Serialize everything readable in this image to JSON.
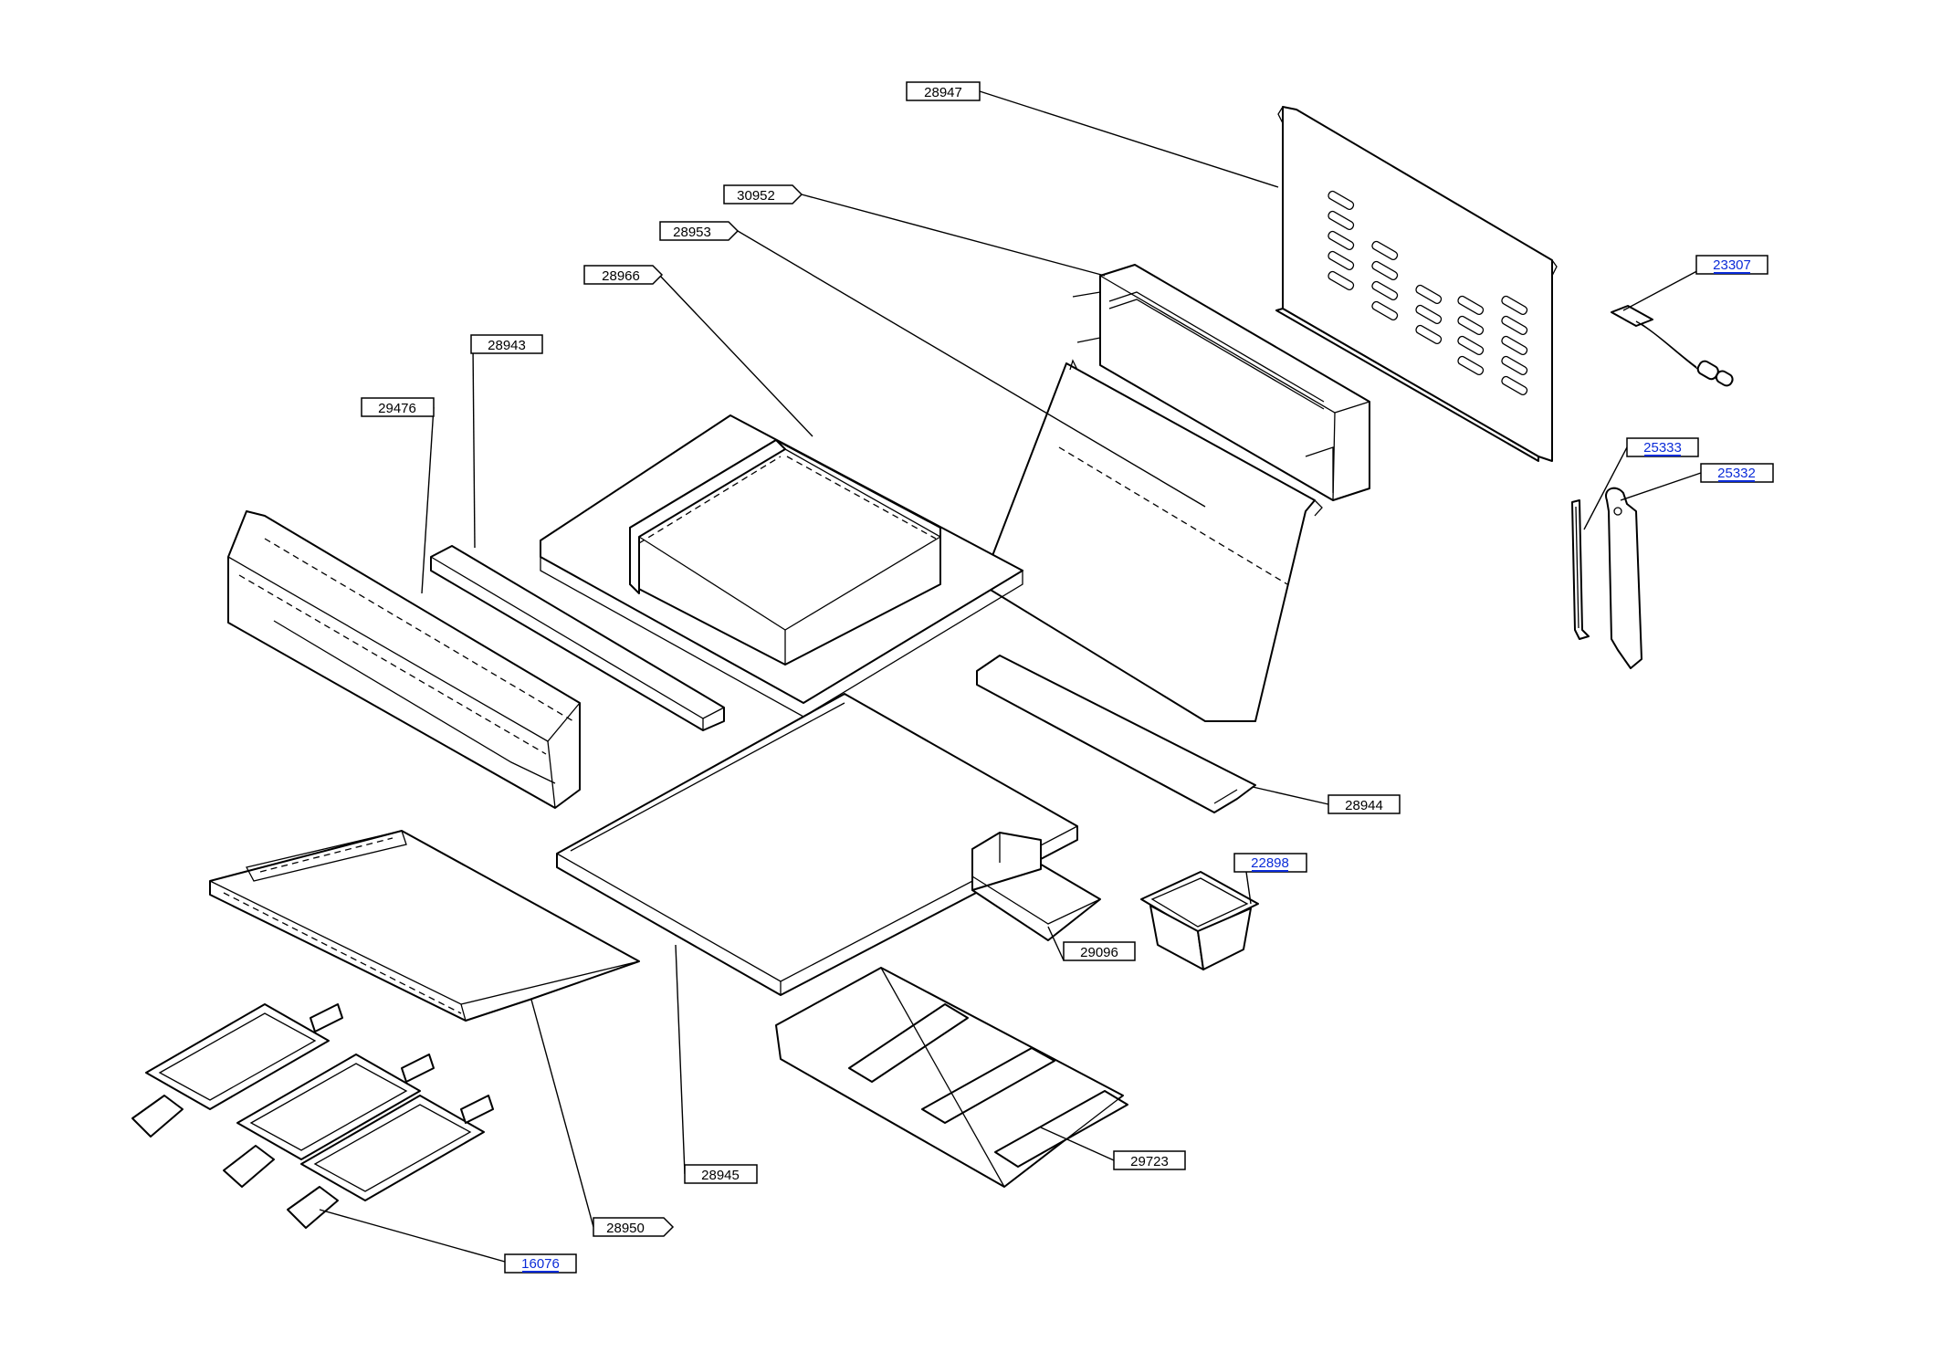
{
  "callouts": [
    {
      "id": "c28947",
      "label": "28947",
      "linked": false
    },
    {
      "id": "c30952",
      "label": "30952",
      "linked": false
    },
    {
      "id": "c28953",
      "label": "28953",
      "linked": false
    },
    {
      "id": "c28966",
      "label": "28966",
      "linked": false
    },
    {
      "id": "c28943",
      "label": "28943",
      "linked": false
    },
    {
      "id": "c29476",
      "label": "29476",
      "linked": false
    },
    {
      "id": "c23307",
      "label": "23307",
      "linked": true
    },
    {
      "id": "c25333",
      "label": "25333",
      "linked": true
    },
    {
      "id": "c25332",
      "label": "25332",
      "linked": true
    },
    {
      "id": "c28944",
      "label": "28944",
      "linked": false
    },
    {
      "id": "c22898",
      "label": "22898",
      "linked": true
    },
    {
      "id": "c29096",
      "label": "29096",
      "linked": false
    },
    {
      "id": "c28945",
      "label": "28945",
      "linked": false
    },
    {
      "id": "c29723",
      "label": "29723",
      "linked": false
    },
    {
      "id": "c28950",
      "label": "28950",
      "linked": false
    },
    {
      "id": "c16076",
      "label": "16076",
      "linked": true
    }
  ],
  "colors": {
    "line": "#000000",
    "link": "#0a2bd8",
    "background": "#ffffff"
  }
}
